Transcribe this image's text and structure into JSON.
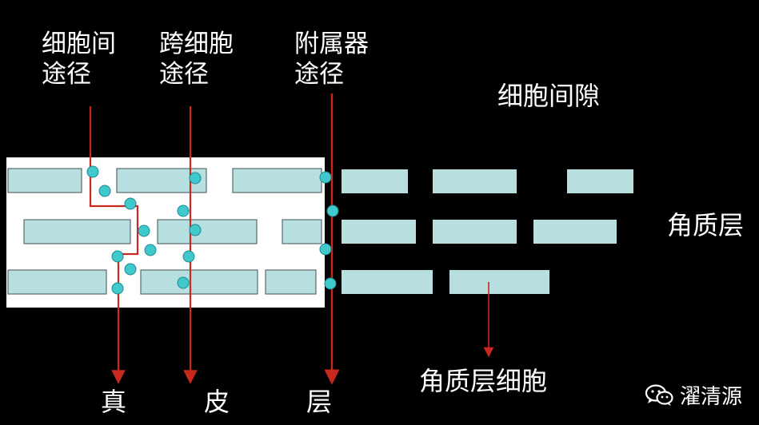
{
  "labels": {
    "intercellular_line1": "细胞间",
    "intercellular_line2": "途径",
    "transcellular_line1": "跨细胞",
    "transcellular_line2": "途径",
    "appendage_line1": "附属器",
    "appendage_line2": "途径",
    "intercellular_space": "细胞间隙",
    "stratum_corneum": "角质层",
    "corneocyte": "角质层细胞",
    "bottom_char1": "真",
    "bottom_char2": "皮",
    "bottom_char3": "层"
  },
  "watermark": {
    "icon": "wechat-icon",
    "text": "濯清源"
  },
  "colors": {
    "background": "#000000",
    "cell_fill": "#b7dfe0",
    "dot_fill": "#40c8cc",
    "arrow": "#c8281e",
    "text": "#ffffff"
  }
}
